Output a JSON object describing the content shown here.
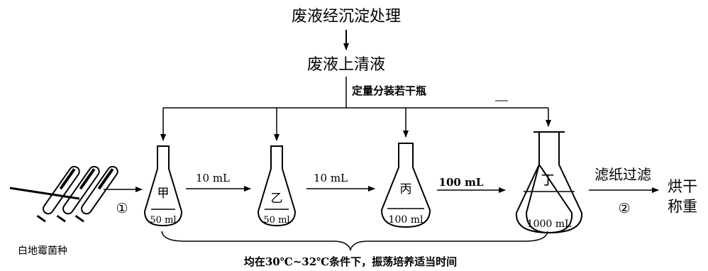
{
  "steps": {
    "top": "废液经沉淀处理",
    "supernatant": "废液上清液",
    "aliquot": "定量分装若干瓶"
  },
  "fungus_label": "白地霉菌种",
  "step_markers": {
    "one": "①",
    "two": "②"
  },
  "flasks": [
    {
      "name": "甲",
      "volume": "50 ml"
    },
    {
      "name": "乙",
      "volume": "50 ml"
    },
    {
      "name": "丙",
      "volume": "100 ml"
    },
    {
      "name": "丁",
      "volume": "1000 mL"
    }
  ],
  "transfers": [
    "10 mL",
    "10 mL",
    "100 mL"
  ],
  "filter_step": "滤纸过滤",
  "final_step": {
    "line1": "烘干",
    "line2": "称重"
  },
  "brace_note": "均在30℃~32℃条件下，振荡培养适当时间"
}
